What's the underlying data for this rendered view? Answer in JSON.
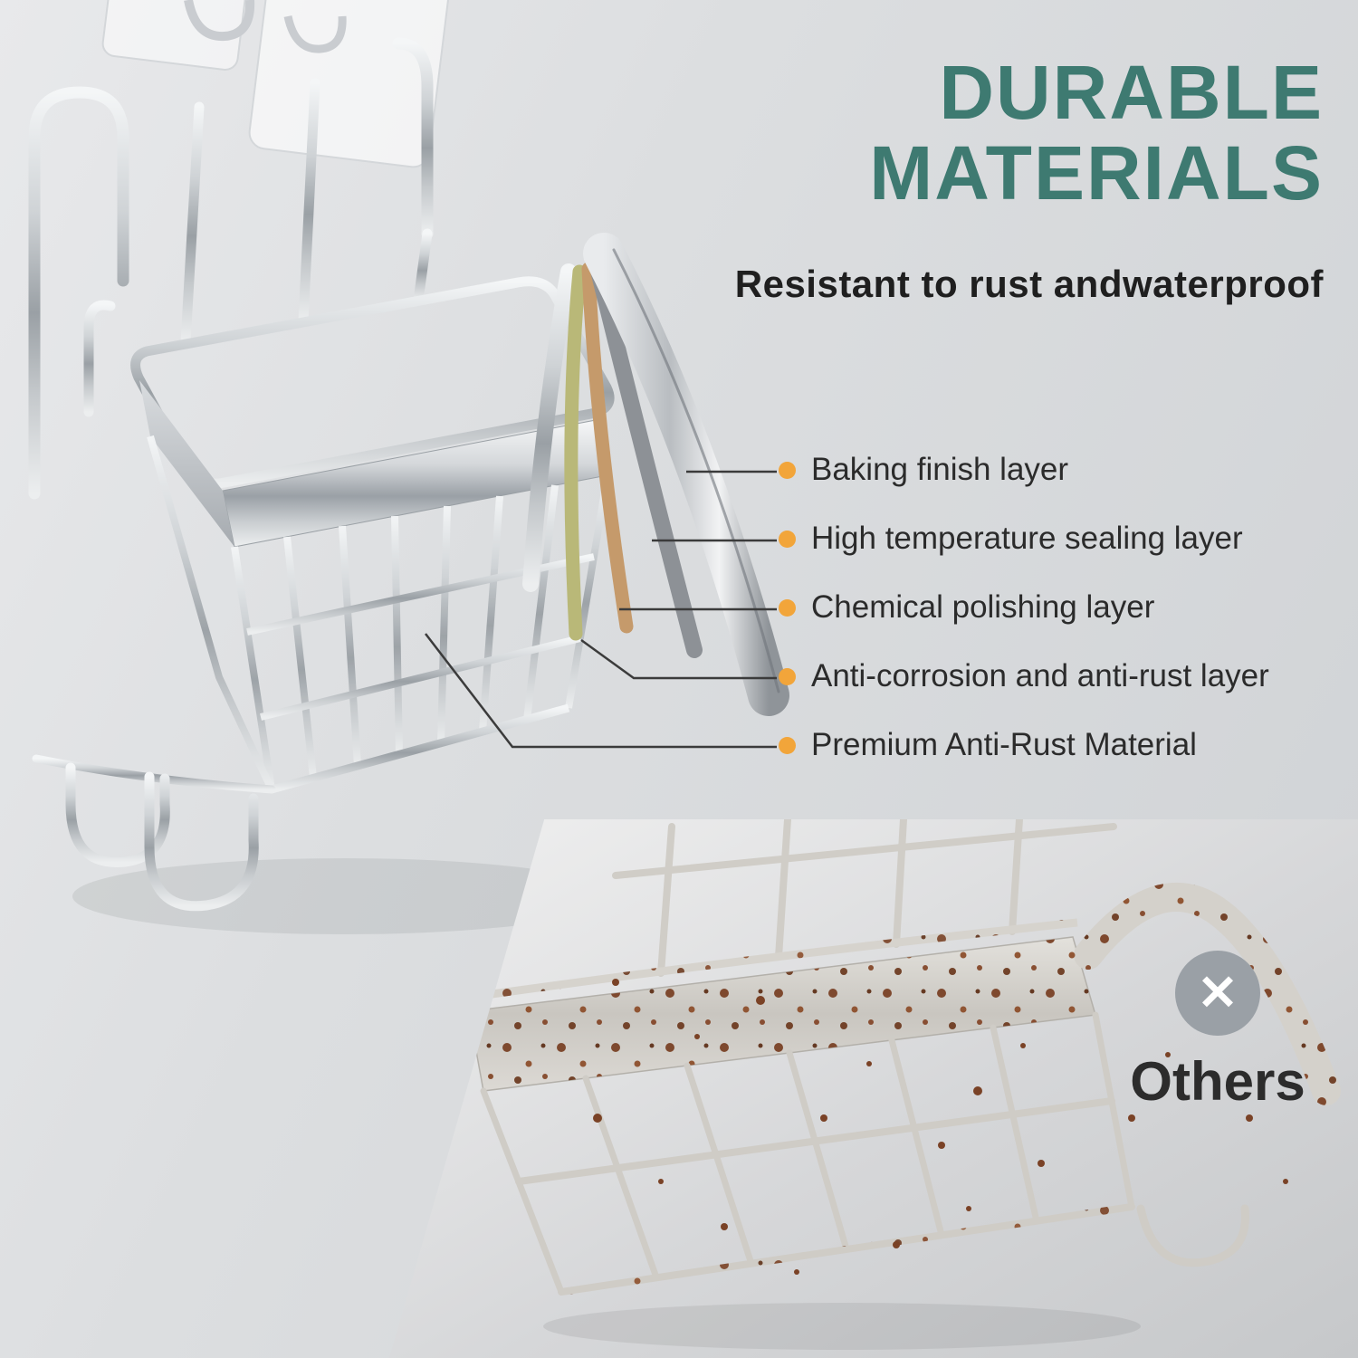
{
  "header": {
    "title_line1": "DURABLE",
    "title_line2": "MATERIALS",
    "subtitle": "Resistant to rust andwaterproof",
    "title_color": "#3e7a71"
  },
  "layers": {
    "bullet_color": "#f2a53a",
    "items": [
      "Baking finish layer",
      "High temperature sealing layer",
      "Chemical polishing layer",
      "Anti-corrosion and anti-rust layer",
      "Premium Anti-Rust Material"
    ]
  },
  "comparison": {
    "label": "Others",
    "x_glyph": "✕",
    "circle_color": "#9aa0a6"
  }
}
